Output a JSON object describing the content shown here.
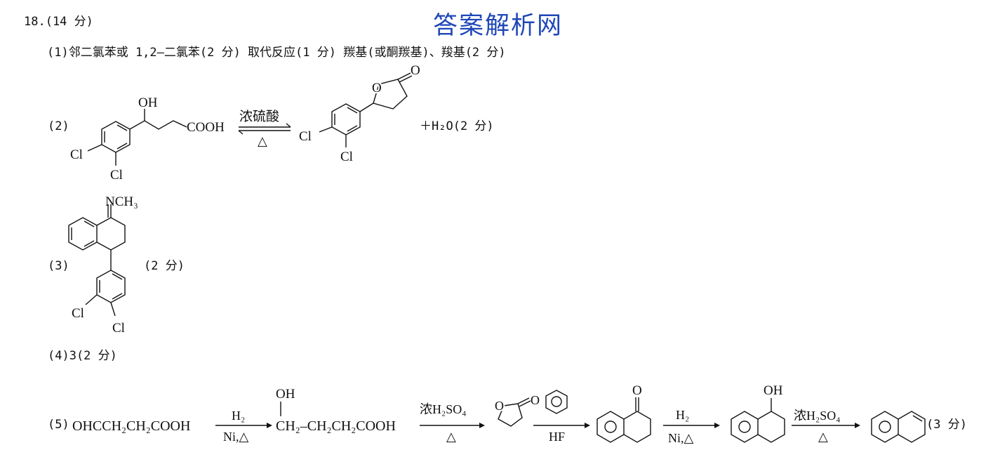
{
  "header": {
    "question_no": "18.(14 分)",
    "watermark": "答案解析网"
  },
  "part1": {
    "text": "(1)邻二氯苯或 1,2—二氯苯(2 分)  取代反应(1 分)  羰基(或酮羰基)、羧基(2 分)"
  },
  "part2": {
    "label": "(2)",
    "reactant": {
      "oh": "OH",
      "acid": "COOH",
      "cl_a": "Cl",
      "cl_b": "Cl"
    },
    "arrow_top": "浓硫酸",
    "arrow_bottom": "△",
    "product": {
      "o_ring": "O",
      "o_carbonyl": "O",
      "cl_a": "Cl",
      "cl_b": "Cl"
    },
    "tail": "＋H₂O(2 分)"
  },
  "part3": {
    "label": "(3)",
    "imine": "NCH₃",
    "cl_a": "Cl",
    "cl_b": "Cl",
    "score": "(2 分)"
  },
  "part4": {
    "text": "(4)3(2 分)"
  },
  "part5": {
    "label": "(5)",
    "start": "OHCCH₂CH₂COOH",
    "arrow1_top": "H₂",
    "arrow1_bottom": "Ni,△",
    "oh1": "OH",
    "intermediate": "CH₂–CH₂CH₂COOH",
    "arrow2_top": "浓H₂SO₄",
    "arrow2_bottom": "△",
    "lactone_o1": "O",
    "lactone_o2": "O",
    "arrow3_bottom": "HF",
    "ketone_o": "O",
    "arrow4_top": "H₂",
    "arrow4_bottom": "Ni,△",
    "oh2": "OH",
    "arrow5_top": "浓H₂SO₄",
    "arrow5_bottom": "△",
    "score": "(3 分)"
  }
}
